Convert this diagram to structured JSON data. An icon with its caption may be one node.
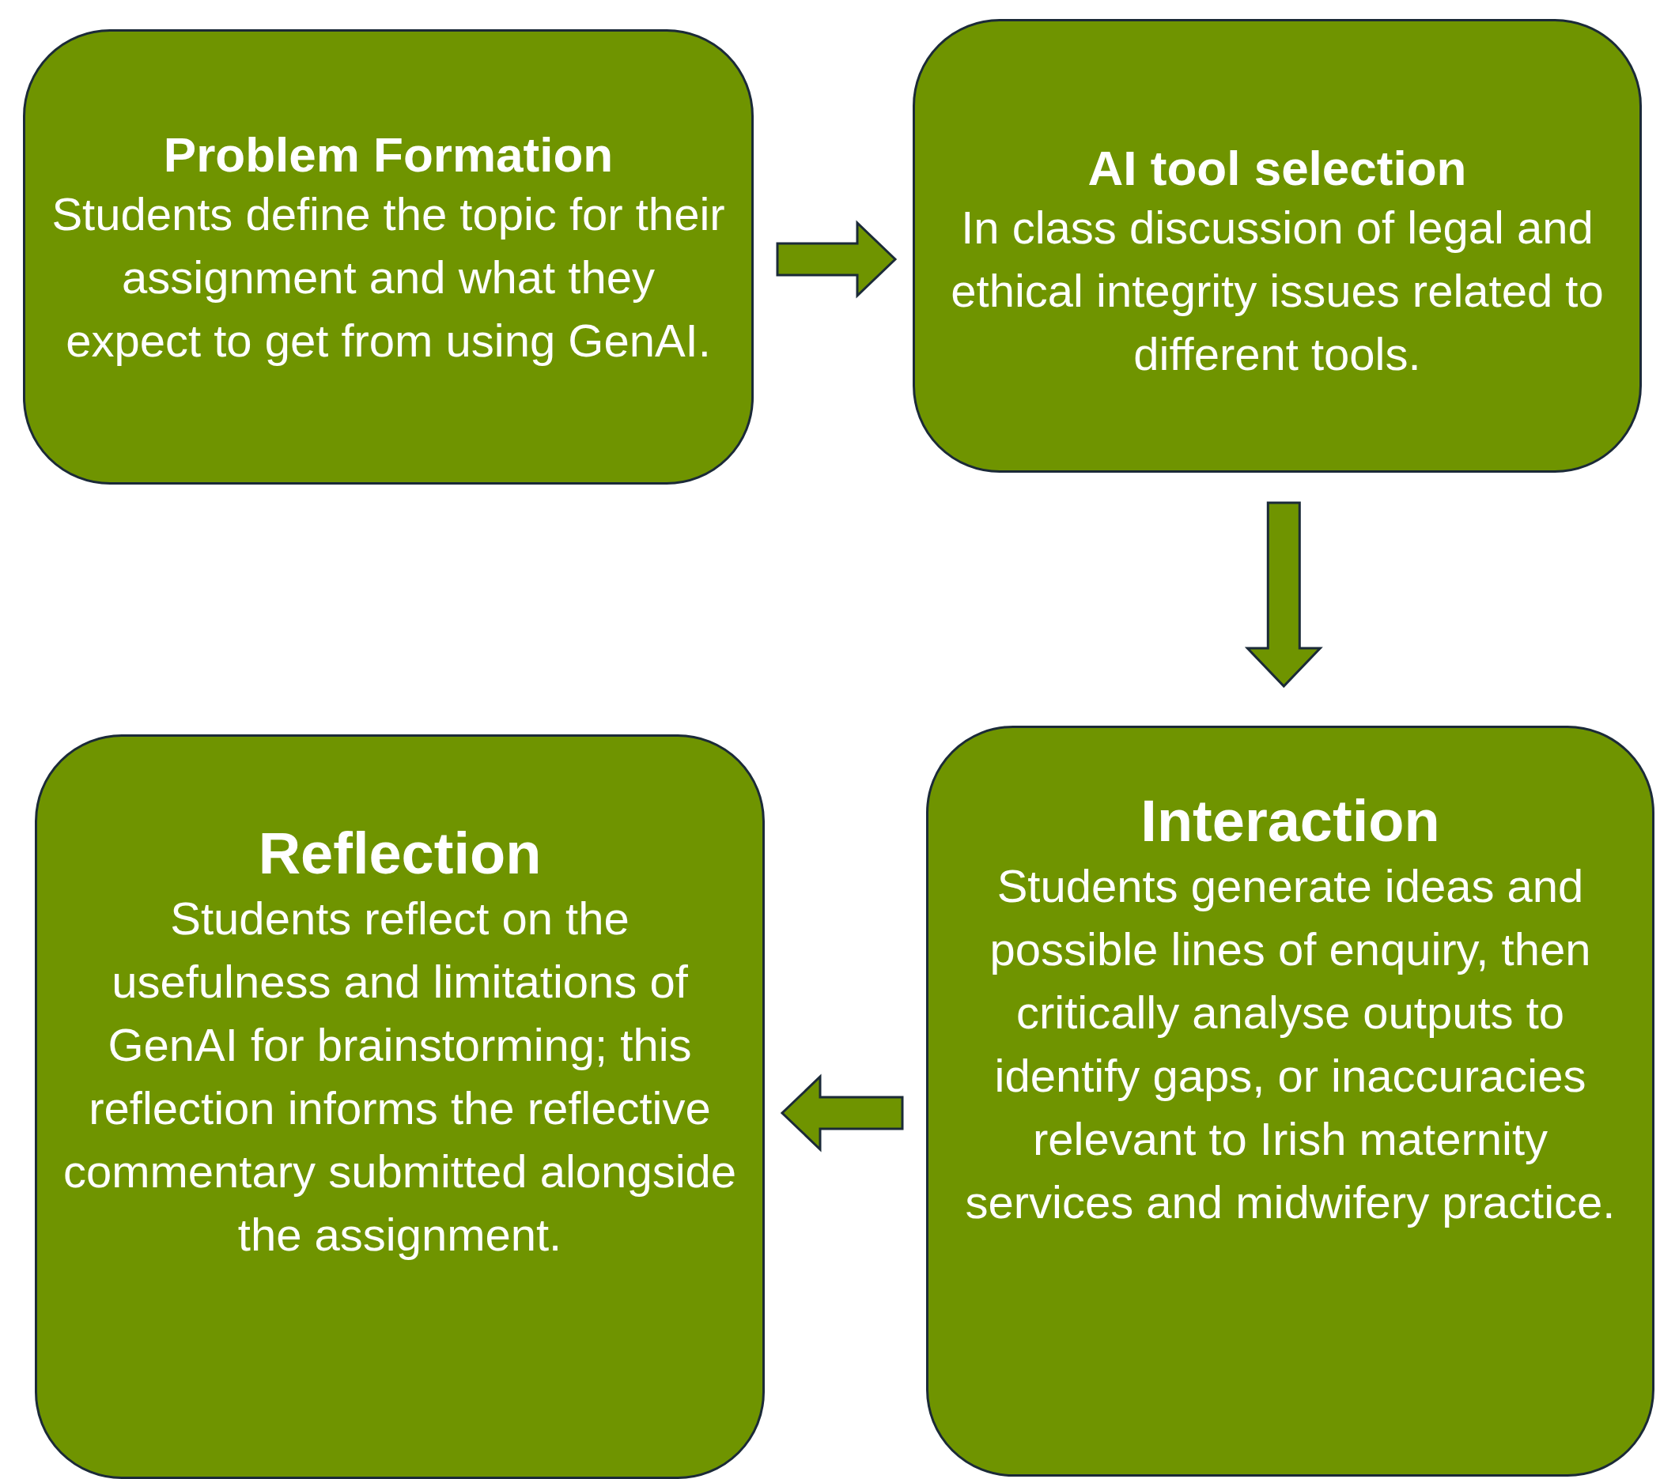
{
  "diagram": {
    "nodes": [
      {
        "text": [
          "Problem Formation",
          "Students define the topic for their assignment and what they expect to get from using GenAI."
        ]
      },
      {
        "text": [
          "AI tool selection",
          "In class discussion of legal and ethical integrity issues related to different tools."
        ]
      },
      {
        "text": [
          "Interaction",
          "Students generate ideas and possible lines of enquiry, then critically analyse outputs to identify gaps, or inaccuracies relevant to Irish maternity services and midwifery practice."
        ]
      },
      {
        "text": [
          "Reflection",
          "Students reflect on the usefulness and limitations of GenAI for brainstorming; this reflection informs the reflective commentary submitted alongside the assignment."
        ]
      }
    ],
    "edges": [
      {
        "from": 0,
        "to": 1,
        "arrow": "to"
      },
      {
        "from": 1,
        "to": 2,
        "arrow": "to"
      },
      {
        "from": 2,
        "to": 3,
        "arrow": "to"
      }
    ]
  }
}
